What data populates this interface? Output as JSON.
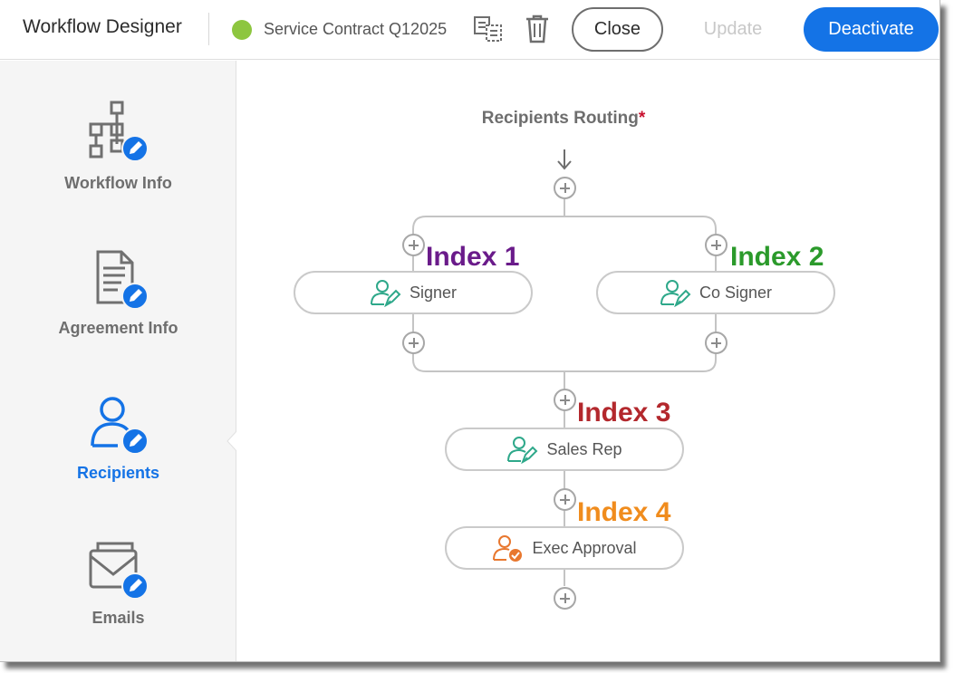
{
  "header": {
    "app_title": "Workflow Designer",
    "workflow_name": "Service Contract Q12025",
    "status_color": "#8dc63f",
    "copy_icon": "copy-icon",
    "delete_icon": "trash-icon",
    "close_label": "Close",
    "update_label": "Update",
    "deactivate_label": "Deactivate"
  },
  "sidebar": {
    "items": [
      {
        "label": "Workflow Info",
        "icon": "workflow-edit-icon",
        "active": false
      },
      {
        "label": "Agreement Info",
        "icon": "document-edit-icon",
        "active": false
      },
      {
        "label": "Recipients",
        "icon": "user-edit-icon",
        "active": true
      },
      {
        "label": "Emails",
        "icon": "email-edit-icon",
        "active": false
      }
    ]
  },
  "routing": {
    "title": "Recipients Routing",
    "required_marker": "*",
    "nodes": [
      {
        "label": "Signer",
        "index_label": "Index 1",
        "index_color": "#6a1b8a",
        "icon": "signer-icon",
        "icon_color": "#2ea88a"
      },
      {
        "label": "Co Signer",
        "index_label": "Index 2",
        "index_color": "#2b9a2b",
        "icon": "signer-icon",
        "icon_color": "#2ea88a"
      },
      {
        "label": "Sales Rep",
        "index_label": "Index 3",
        "index_color": "#b3282d",
        "icon": "signer-icon",
        "icon_color": "#2ea88a"
      },
      {
        "label": "Exec Approval",
        "index_label": "Index 4",
        "index_color": "#f08c1d",
        "icon": "approver-icon",
        "icon_color": "#e8772e"
      }
    ]
  },
  "colors": {
    "accent": "#1473e6",
    "connector": "#c4c4c4"
  }
}
